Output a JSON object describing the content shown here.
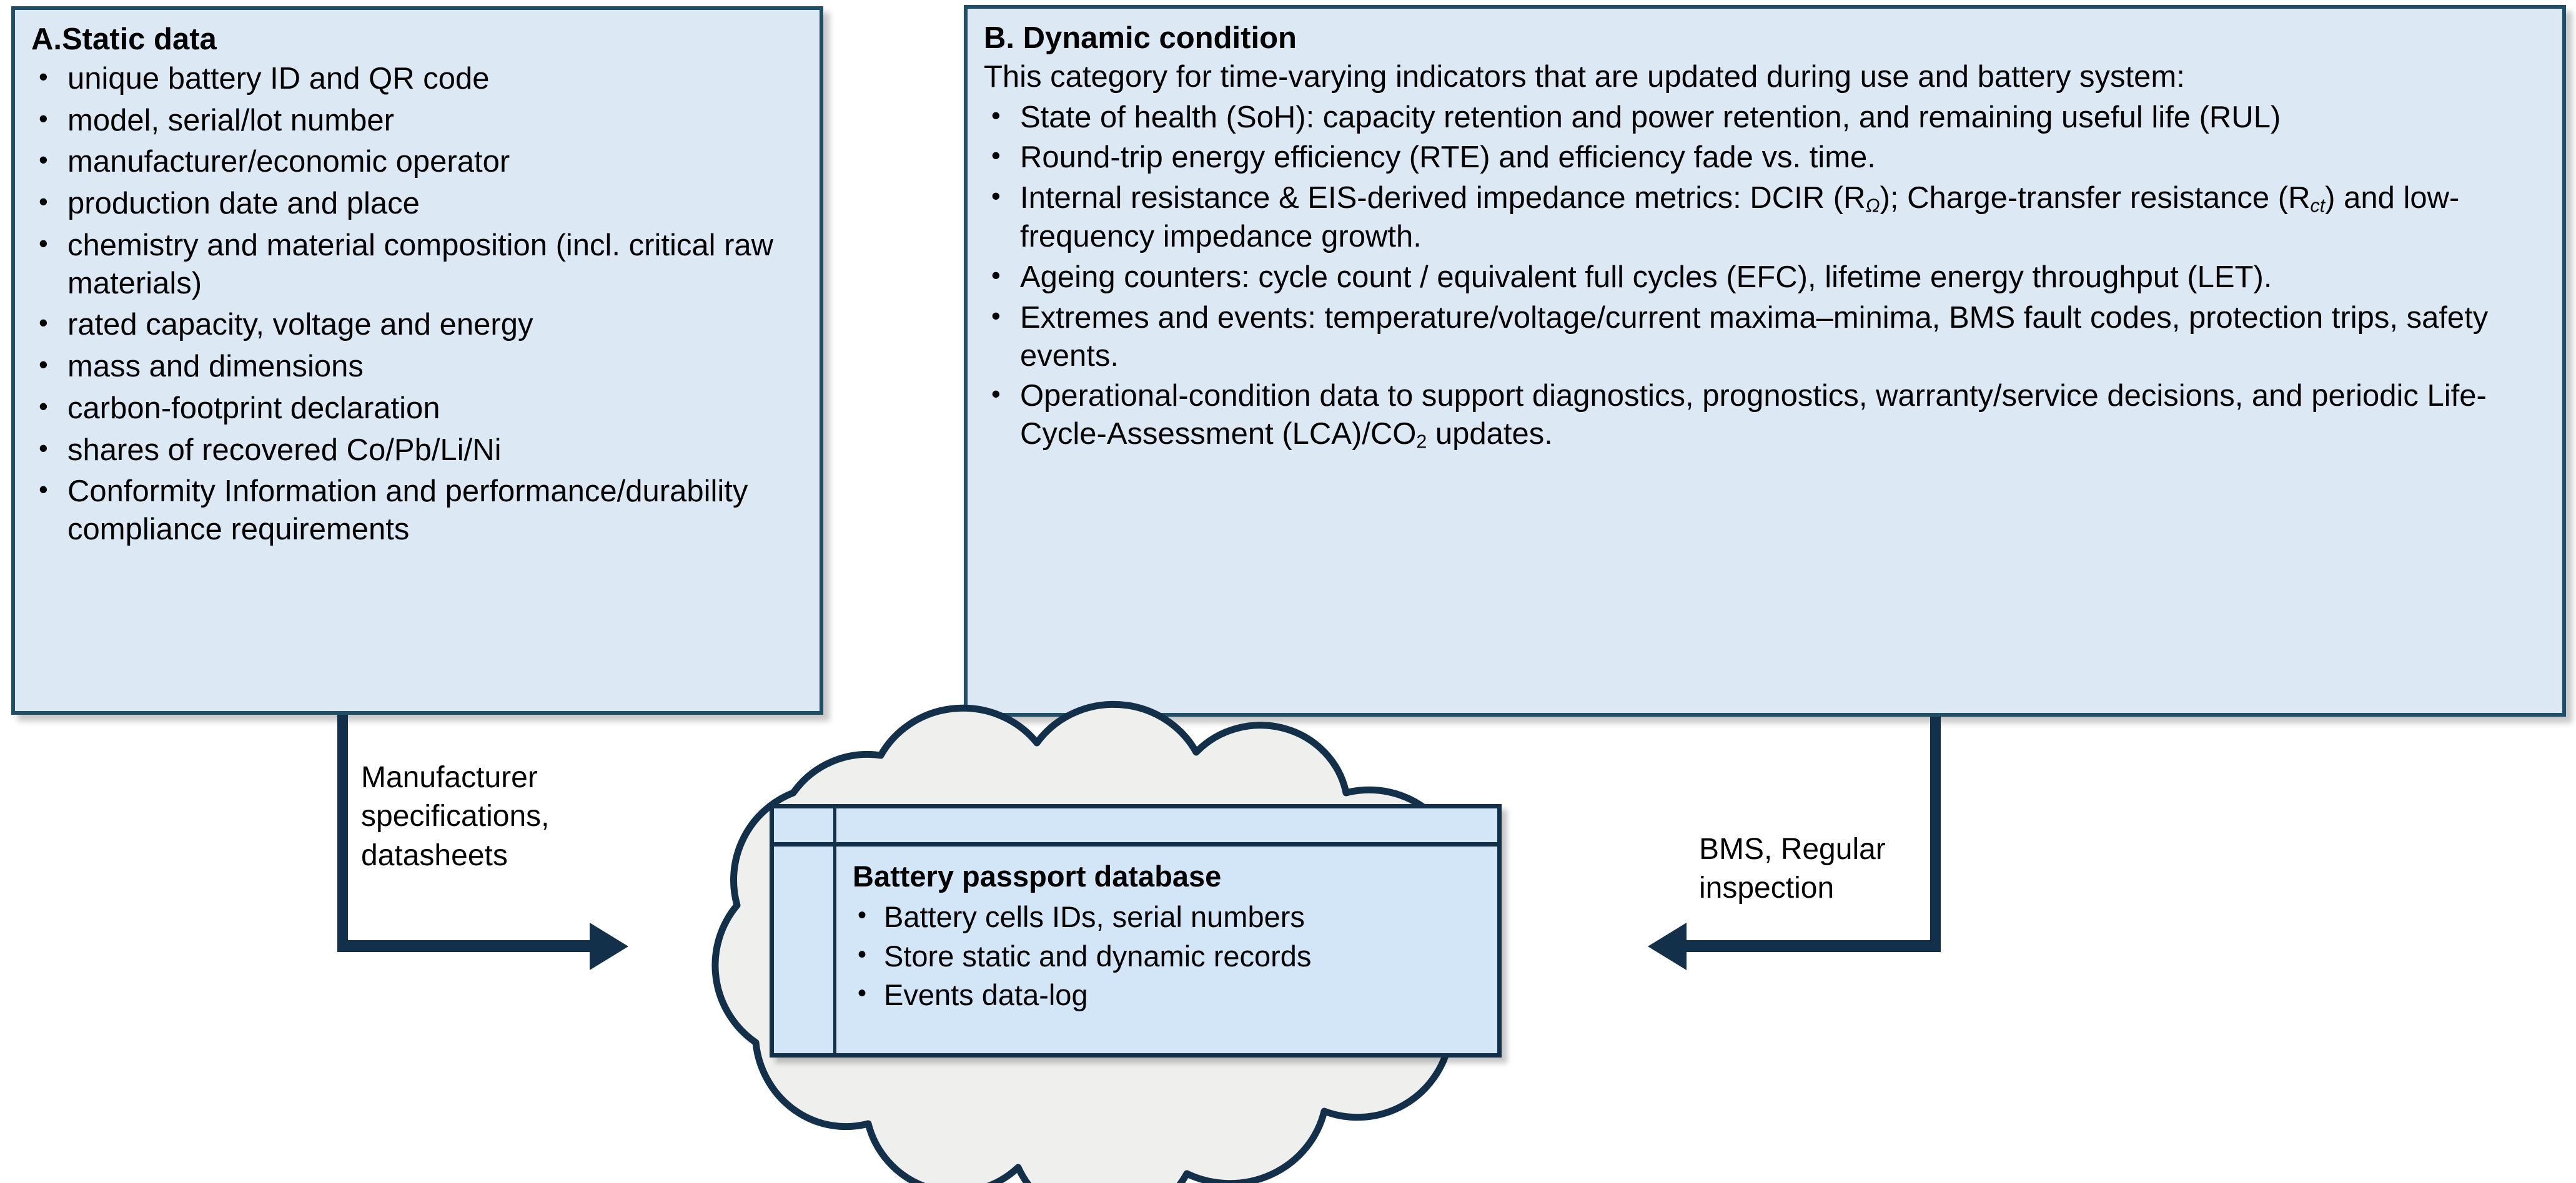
{
  "boxA": {
    "title": "A.Static data",
    "items": [
      "unique battery ID and QR code",
      "model, serial/lot number",
      "manufacturer/economic operator",
      "production date and place",
      "chemistry and material composition (incl. critical raw materials)",
      "rated capacity, voltage and energy",
      "mass and dimensions",
      "carbon-footprint declaration",
      "shares of recovered Co/Pb/Li/Ni",
      "Conformity Information and performance/durability compliance requirements"
    ]
  },
  "boxB": {
    "title": "B. Dynamic condition",
    "intro": "This category for time-varying indicators that are updated during use and battery system:",
    "items": [
      "State of health (SoH): capacity retention and power retention, and remaining useful life (RUL)",
      "Round-trip energy efficiency (RTE) and efficiency fade vs. time.",
      "Internal resistance & EIS-derived  impedance metrics: DCIR (RΩ); Charge-transfer resistance (Rct) and low-frequency impedance growth.",
      "Ageing counters: cycle count / equivalent full cycles (EFC), lifetime energy throughput (LET).",
      "Extremes and events: temperature/voltage/current maxima–minima, BMS fault codes, protection trips, safety events.",
      "Operational-condition data to support diagnostics, prognostics, warranty/service decisions, and periodic Life-Cycle-Assessment (LCA)/CO2 updates."
    ]
  },
  "database": {
    "title": "Battery passport database",
    "items": [
      "Battery cells IDs, serial numbers",
      "Store static and dynamic records",
      "Events data-log"
    ]
  },
  "connectors": {
    "left_label": "Manufacturer specifications, datasheets",
    "right_label": "BMS, Regular inspection"
  },
  "colors": {
    "box_fill": "#DCE9F5",
    "box_border": "#1F4E66",
    "arrow": "#12304A",
    "cloud_fill": "#EFEFEE",
    "cloud_border": "#12304A",
    "table_fill": "#D3E6F7"
  }
}
